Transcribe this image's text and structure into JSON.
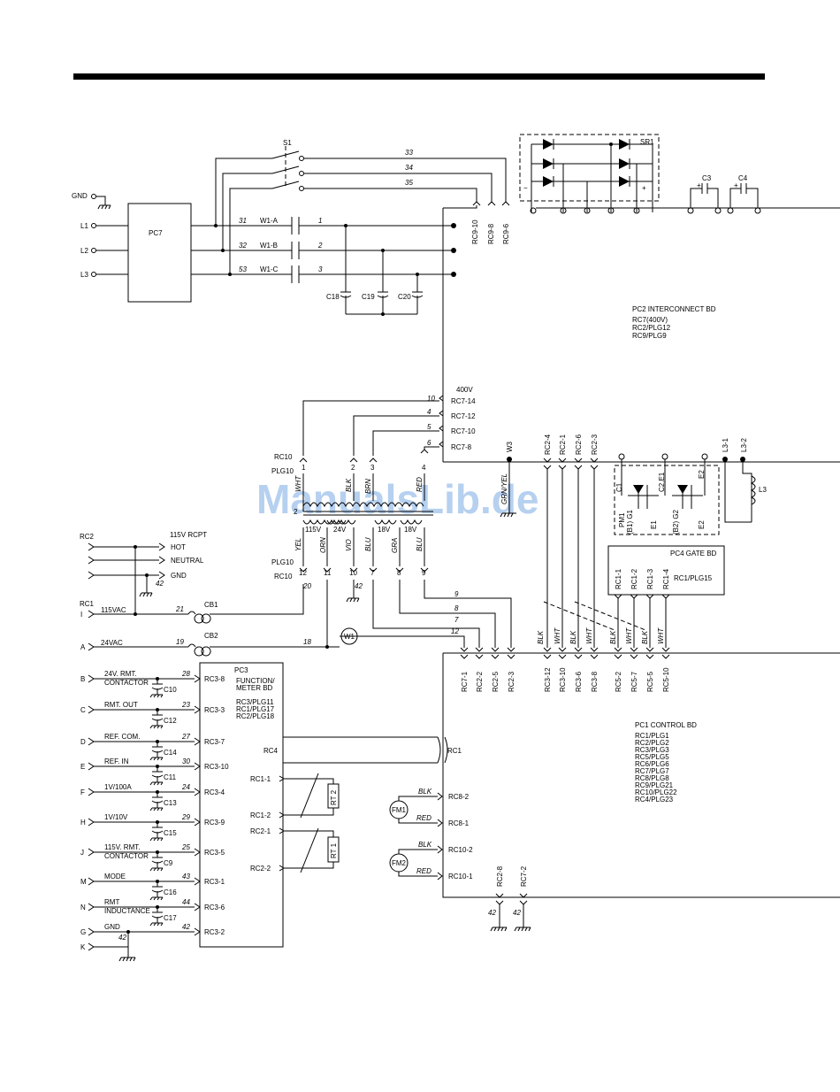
{
  "watermark": "ManualsLib.de",
  "inputs": [
    "GND",
    "L1",
    "L2",
    "L3"
  ],
  "blocks": {
    "pc7": "PC7",
    "s1": "S1",
    "sr1": "SR1",
    "c3": "C3",
    "c4": "C4",
    "l3": "L3",
    "cb1": "CB1",
    "cb2": "CB2",
    "w1": "W1",
    "rc1": "RC1",
    "rc4": "RC4",
    "fm1": "FM1",
    "fm2": "FM2",
    "rt1": "RT 1",
    "rt2": "RT 2",
    "c18": "C18",
    "c19": "C19",
    "c20": "C20",
    "voltage_400": "400V"
  },
  "pc2_info": [
    "PC2 INTERCONNECT BD",
    "RC7(400V)",
    "RC2/PLG12",
    "RC9/PLG9"
  ],
  "pc1_info": [
    "PC1 CONTROL BD",
    "RC1/PLG1",
    "RC2/PLG2",
    "RC3/PLG3",
    "RC5/PLG5",
    "RC6/PLG6",
    "RC7/PLG7",
    "RC8/PLG8",
    "RC9/PLG21",
    "RC10/PLG22",
    "RC4/PLG23"
  ],
  "pc3_info": [
    "PC3",
    "FUNCTION/",
    "METER BD",
    "RC3/PLG11",
    "RC1/PLG17",
    "RC2/PLG18"
  ],
  "pc4_info": [
    "PC4 GATE BD",
    "RC1/PLG15"
  ],
  "s1_wires": [
    "33",
    "34",
    "35"
  ],
  "line_wires": [
    {
      "num": "31",
      "cont": "W1-A",
      "out": "1"
    },
    {
      "num": "32",
      "cont": "W1-B",
      "out": "2"
    },
    {
      "num": "53",
      "cont": "W1-C",
      "out": "3"
    }
  ],
  "rc9_labels": [
    "RC9-10",
    "RC9-8",
    "RC9-6"
  ],
  "rc7_taps": [
    {
      "wire": "10",
      "label": "RC7-14"
    },
    {
      "wire": "4",
      "label": "RC7-12"
    },
    {
      "wire": "5",
      "label": "RC7-10"
    },
    {
      "wire": "6",
      "label": "RC7-8"
    }
  ],
  "transformer": {
    "plg10_top": [
      "RC10",
      "PLG10"
    ],
    "plg10_bot": [
      "PLG10",
      "RC10"
    ],
    "top_pins": [
      "1",
      "2",
      "3",
      "4"
    ],
    "top_colors": [
      "WHT",
      "BLK",
      "BRN",
      "RED"
    ],
    "bottom_pins": [
      "12",
      "11",
      "10",
      "7",
      "8",
      "9"
    ],
    "bottom_colors": [
      "YEL",
      "ORN",
      "VIO",
      "BLU",
      "GRA",
      "BLU"
    ],
    "volts": [
      "115V",
      "24V",
      "18V",
      "18V"
    ],
    "primary_start": "2",
    "gnd_wire": "42",
    "w3": "W3",
    "w3_color": "GRN/YEL"
  },
  "rc2_top_labels": [
    "RC2-4",
    "RC2-1",
    "RC2-6",
    "RC2-3"
  ],
  "igbt": {
    "l3_terms": [
      "L3-1",
      "L3-2"
    ],
    "c1": "C1",
    "c2e1": "C2,E1",
    "e2": "E2",
    "pm1": "PM1",
    "e1": "E1",
    "b1g1": "(B1) G1",
    "b2g2": "(B2) G2"
  },
  "pc4_pins": [
    "RC1-1",
    "RC1-2",
    "RC1-3",
    "RC1-4"
  ],
  "rc3_top_colors": [
    "BLK",
    "WHT",
    "BLK",
    "WHT"
  ],
  "rc5_top_colors": [
    "BLK",
    "WHT",
    "BLK",
    "WHT"
  ],
  "rc3_bottom": [
    "RC3-12",
    "RC3-10",
    "RC3-6",
    "RC3-8"
  ],
  "rc5_bottom": [
    "RC5-2",
    "RC5-7",
    "RC5-5",
    "RC5-10"
  ],
  "rc_mid_labels": [
    "RC7-1",
    "RC2-2",
    "RC2-5",
    "RC2-3"
  ],
  "mid_wires": [
    "9",
    "8",
    "7",
    "12"
  ],
  "receptacle": {
    "rc2": "RC2",
    "title": "115V RCPT",
    "hot": "HOT",
    "neutral": "NEUTRAL",
    "gnd": "GND",
    "gnd_wire": "42",
    "rc1": "RC1",
    "pin_i": "I",
    "v115": "115VAC",
    "wire21": "21",
    "wire20": "20",
    "wire19": "19",
    "wire18": "18",
    "pin_a": "A",
    "v24": "24VAC"
  },
  "pc3_rows": [
    {
      "pin": "B",
      "desc": "24V. RMT.",
      "desc2": "CONTACTOR",
      "wire": "28",
      "rc": "RC3-8",
      "cap": "C10"
    },
    {
      "pin": "C",
      "desc": "RMT. OUT",
      "desc2": "",
      "wire": "23",
      "rc": "RC3-3",
      "cap": "C12"
    },
    {
      "pin": "D",
      "desc": "REF. COM.",
      "desc2": "",
      "wire": "27",
      "rc": "RC3-7",
      "cap": "C14"
    },
    {
      "pin": "E",
      "desc": "REF. IN",
      "desc2": "",
      "wire": "30",
      "rc": "RC3-10",
      "cap": "C11"
    },
    {
      "pin": "F",
      "desc": "1V/100A",
      "desc2": "",
      "wire": "24",
      "rc": "RC3-4",
      "cap": "C13"
    },
    {
      "pin": "H",
      "desc": "1V/10V",
      "desc2": "",
      "wire": "29",
      "rc": "RC3-9",
      "cap": "C15"
    },
    {
      "pin": "J",
      "desc": "115V. RMT.",
      "desc2": "CONTACTOR",
      "wire": "25",
      "rc": "RC3-5",
      "cap": "C9"
    },
    {
      "pin": "M",
      "desc": "MODE",
      "desc2": "",
      "wire": "43",
      "rc": "RC3-1",
      "cap": "C16"
    },
    {
      "pin": "N",
      "desc": "RMT",
      "desc2": "INDUCTANCE",
      "wire": "44",
      "rc": "RC3-6",
      "cap": "C17"
    },
    {
      "pin": "G",
      "desc": "GND",
      "desc2": "",
      "wire": "42",
      "rc": "RC3-2",
      "cap": ""
    }
  ],
  "pin_k": "K",
  "gnd_42": "42",
  "pc3_rc_inner": [
    "RC1-1",
    "RC1-2",
    "RC2-1",
    "RC2-2"
  ],
  "fans": [
    {
      "name": "FM1",
      "blk": "BLK",
      "red": "RED",
      "rc_a": "RC8-2",
      "rc_b": "RC8-1"
    },
    {
      "name": "FM2",
      "blk": "BLK",
      "red": "RED",
      "rc_a": "RC10-2",
      "rc_b": "RC10-1"
    }
  ],
  "bottom_rc": [
    "RC2-8",
    "RC7-2"
  ],
  "bottom_gnd": [
    "42",
    "42"
  ]
}
